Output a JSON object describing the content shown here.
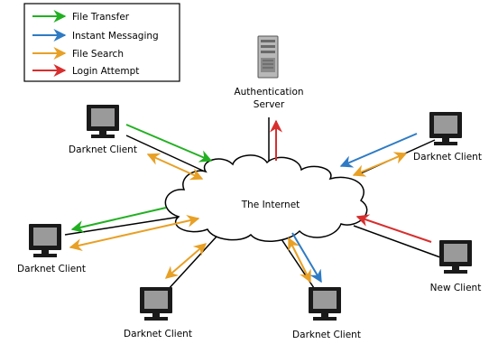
{
  "legend": {
    "items": [
      {
        "key": "file-transfer",
        "label": "File Transfer",
        "color": "#22b022"
      },
      {
        "key": "instant-messaging",
        "label": "Instant Messaging",
        "color": "#2e7bc4"
      },
      {
        "key": "file-search",
        "label": "File Search",
        "color": "#e8a025"
      },
      {
        "key": "login-attempt",
        "label": "Login Attempt",
        "color": "#d82e2e"
      }
    ]
  },
  "cloud": {
    "label": "The Internet"
  },
  "server": {
    "label_line1": "Authentication",
    "label_line2": "Server"
  },
  "clients": [
    {
      "key": "upper-left",
      "label": "Darknet Client"
    },
    {
      "key": "left",
      "label": "Darknet Client"
    },
    {
      "key": "bottom-left",
      "label": "Darknet Client"
    },
    {
      "key": "bottom-right",
      "label": "Darknet Client"
    },
    {
      "key": "upper-right",
      "label": "Darknet Client"
    },
    {
      "key": "new",
      "label": "New Client"
    }
  ],
  "icons": {
    "computer": "computer-icon",
    "server": "server-icon",
    "cloud": "cloud-icon"
  }
}
